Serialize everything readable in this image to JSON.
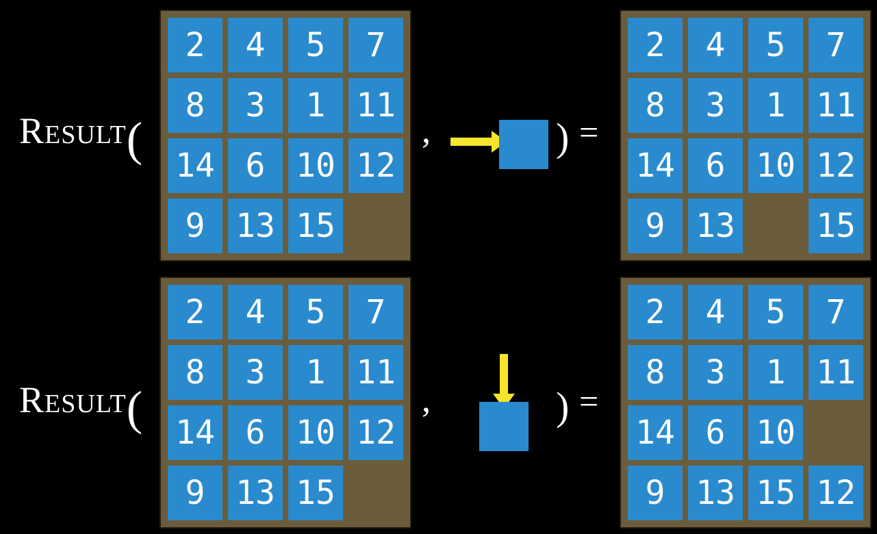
{
  "colors": {
    "background": "#000000",
    "board": "#6b5c3b",
    "board_border": "#241d11",
    "tile": "#2a8ace",
    "tile_text": "#ffffff",
    "arrow": "#f7e52d",
    "text": "#ffffff"
  },
  "figure": {
    "rows": [
      {
        "function_label": "Result",
        "open_paren": "(",
        "comma": ",",
        "close_paren": ")",
        "equals_sign": "=",
        "move": {
          "direction": "right",
          "icon": "arrow-right-icon"
        },
        "input_grid": [
          [
            "2",
            "4",
            "5",
            "7"
          ],
          [
            "8",
            "3",
            "1",
            "11"
          ],
          [
            "14",
            "6",
            "10",
            "12"
          ],
          [
            "9",
            "13",
            "15",
            ""
          ]
        ],
        "output_grid": [
          [
            "2",
            "4",
            "5",
            "7"
          ],
          [
            "8",
            "3",
            "1",
            "11"
          ],
          [
            "14",
            "6",
            "10",
            "12"
          ],
          [
            "9",
            "13",
            "",
            "15"
          ]
        ]
      },
      {
        "function_label": "Result",
        "open_paren": "(",
        "comma": ",",
        "close_paren": ")",
        "equals_sign": "=",
        "move": {
          "direction": "down",
          "icon": "arrow-down-icon"
        },
        "input_grid": [
          [
            "2",
            "4",
            "5",
            "7"
          ],
          [
            "8",
            "3",
            "1",
            "11"
          ],
          [
            "14",
            "6",
            "10",
            "12"
          ],
          [
            "9",
            "13",
            "15",
            ""
          ]
        ],
        "output_grid": [
          [
            "2",
            "4",
            "5",
            "7"
          ],
          [
            "8",
            "3",
            "1",
            "11"
          ],
          [
            "14",
            "6",
            "10",
            ""
          ],
          [
            "9",
            "13",
            "15",
            "12"
          ]
        ]
      }
    ]
  }
}
